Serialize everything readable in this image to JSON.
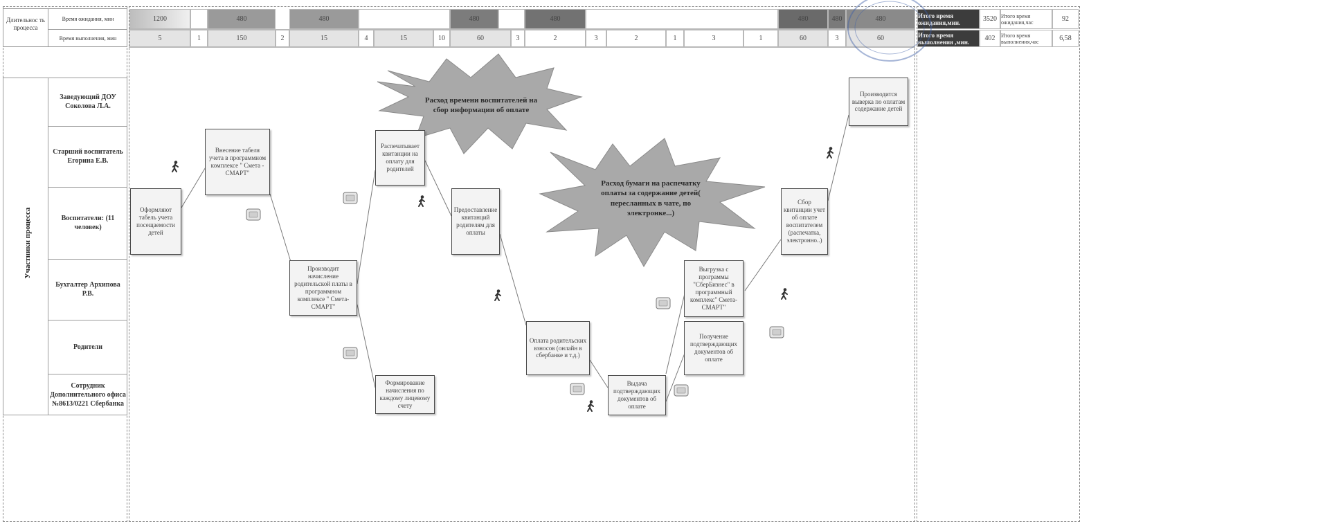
{
  "header": {
    "duration_label": "Длительнос ть процесса",
    "wait_row_label": "Время ожидания, мин",
    "exec_row_label": "Время выполнения, мин",
    "wait_values": [
      "1200",
      "",
      "480",
      "",
      "480",
      "",
      "",
      "",
      "480",
      "",
      "480",
      "",
      "",
      "",
      "",
      "",
      "",
      "",
      "480",
      "480",
      "480"
    ],
    "exec_values": [
      "5",
      "1",
      "150",
      "2",
      "15",
      "4",
      "15",
      "10",
      "60",
      "3",
      "2",
      "3",
      "2",
      "1",
      "3",
      "1",
      "60",
      "3",
      "60"
    ],
    "totals": {
      "total_wait_min_label": "Итого время ожидания,мин.",
      "total_wait_min_value": "3520",
      "total_wait_hr_label": "Итого время ожидания,час",
      "total_wait_hr_value": "92",
      "total_exec_min_label": "Итого время выполнения ,мин.",
      "total_exec_min_value": "402",
      "total_exec_hr_label": "Итого время выполнения,час",
      "total_exec_hr_value": "6,58"
    }
  },
  "participants_label": "Участники процесса",
  "lanes": [
    "Заведующий ДОУ Соколова Л.А.",
    "Старший воспитатель Егорина Е.В.",
    "Воспитатели: (11 человек)",
    "Бухгалтер Архипова Р.В.",
    "Родители",
    "Сотрудник Дополнительного офиса №8613/0221 Сбербанка"
  ],
  "steps": {
    "s1": "Оформляют табель учета посещаемости детей",
    "s2": "Внесение табеля учета в программном комплексе \" Смета - СМАРТ\"",
    "s3": "Производит начисление родительской платы в программном комплексе \" Смета-СМАРТ\"",
    "s4": "Распечатывает квитанции на оплату для родителей",
    "s5": "Формирование начисления по каждому лицевому счету",
    "s6": "Предоставление квитанций родителям для оплаты",
    "s7": "Оплата родительских взносов (онлайн в сбербанке и т.д.)",
    "s8": "Выдача подтверждающих документов об оплате",
    "s9": "Выгрузка с программы \"СберБизнес\" в программный комплекс\" Смета-СМАРТ\"",
    "s10": "Получение подтверждающих документов об оплате",
    "s11": "Сбор квитанции учет об оплате воспитателем (распечатка, электронно..)",
    "s12": "Производится выверка по оплатам содержание детей"
  },
  "callouts": {
    "c1": "Расход времени воспитателей на сбор информации об оплате",
    "c2": "Расход бумаги на распечатку оплаты за содержание детей( пересланных в чате, по электронке...)"
  },
  "icons": {
    "walker": "walking-person-icon",
    "document": "document-icon"
  }
}
